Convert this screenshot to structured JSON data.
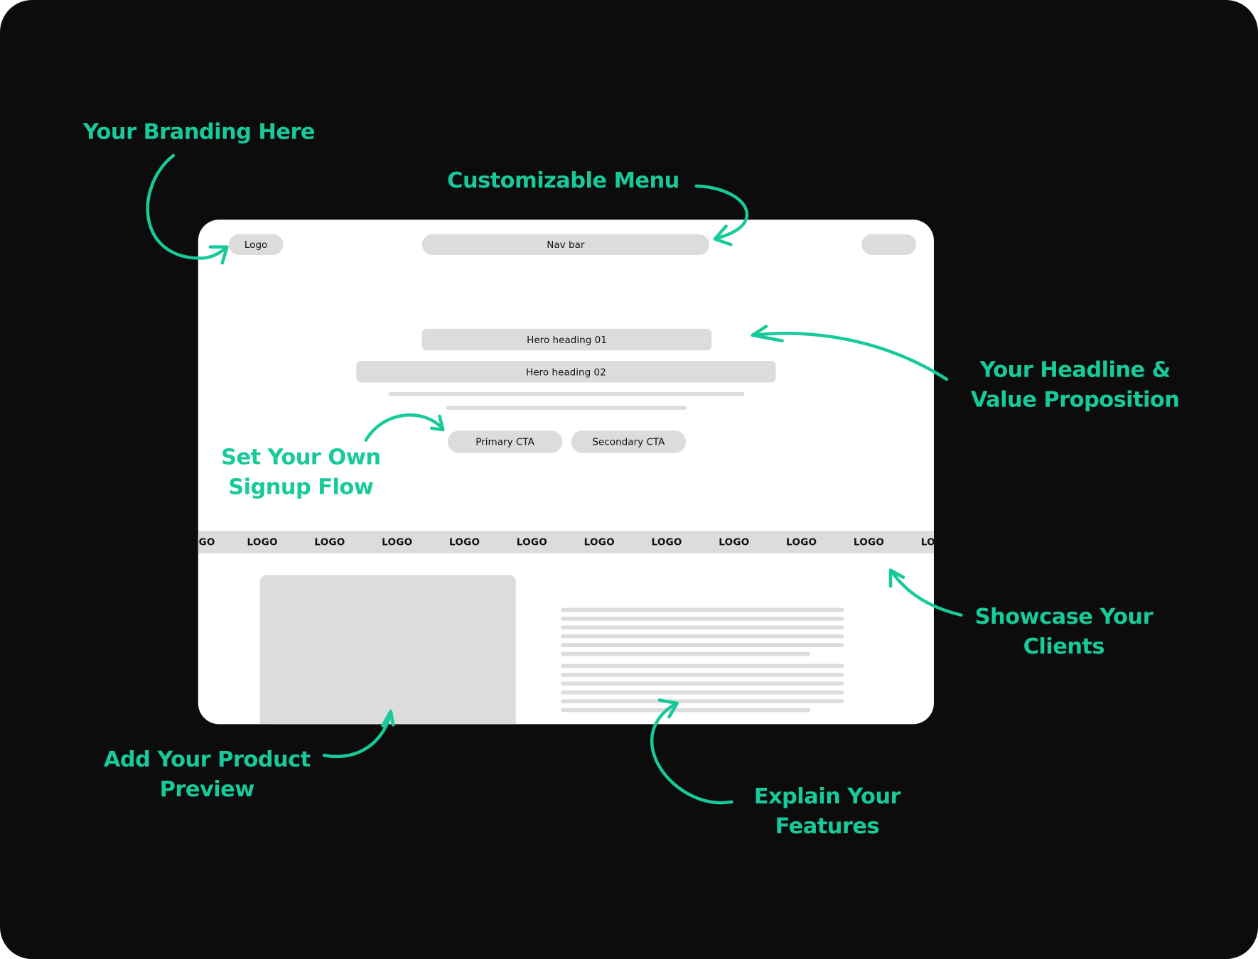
{
  "annotations": {
    "branding": "Your Branding Here",
    "menu": "Customizable Menu",
    "headline_1": "Your Headline &",
    "headline_2": "Value Proposition",
    "signup_1": "Set Your Own",
    "signup_2": "Signup Flow",
    "clients_1": "Showcase Your",
    "clients_2": "Clients",
    "product_1": "Add Your Product",
    "product_2": "Preview",
    "features_1": "Explain Your",
    "features_2": "Features"
  },
  "wireframe": {
    "logo": "Logo",
    "nav": "Nav bar",
    "hero_heading_1": "Hero heading 01",
    "hero_heading_2": "Hero heading 02",
    "primary_cta": "Primary CTA",
    "secondary_cta": "Secondary CTA",
    "client_logos": [
      "LOGO",
      "LOGO",
      "LOGO",
      "LOGO",
      "LOGO",
      "LOGO",
      "LOGO",
      "LOGO",
      "LOGO",
      "LOGO",
      "LOGO",
      "LOGO"
    ]
  },
  "colors": {
    "accent": "#18c99a",
    "background": "#0c0c0c",
    "placeholder": "#dcdcdc"
  }
}
